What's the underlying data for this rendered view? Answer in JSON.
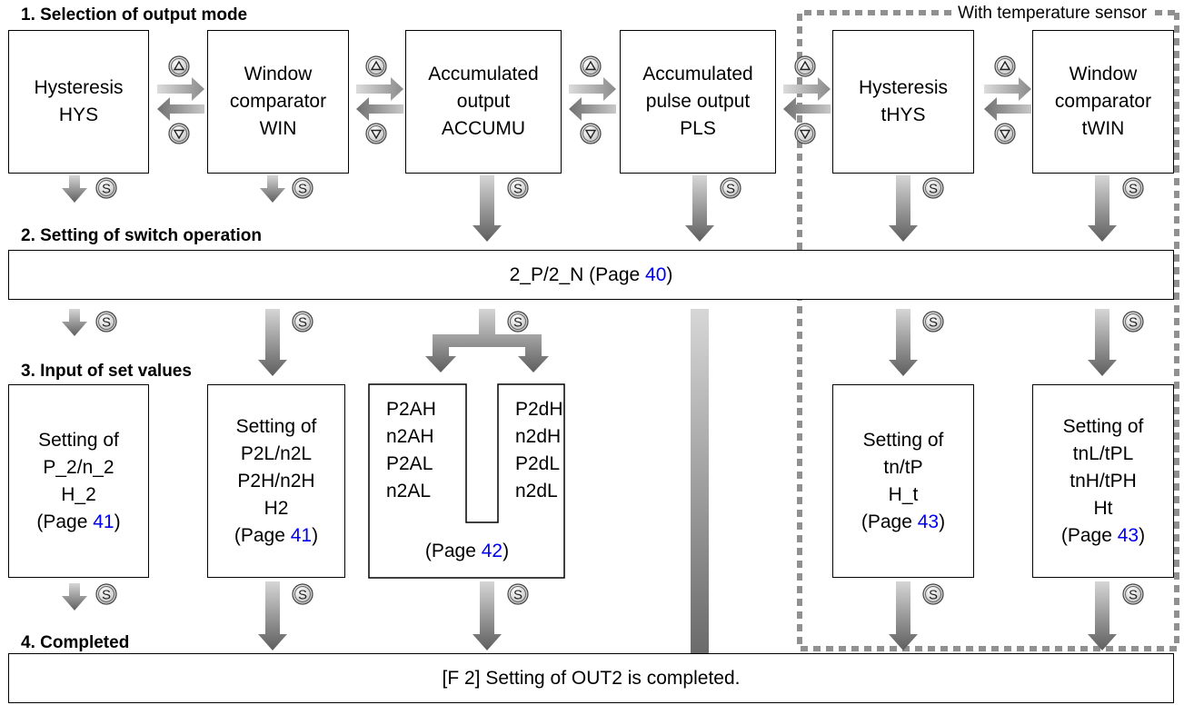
{
  "headings": {
    "h1": "1. Selection of output mode",
    "h2": "2. Setting of switch operation",
    "h3": "3. Input of set values",
    "h4": "4. Completed"
  },
  "temp_sensor_note": "With temperature sensor",
  "modes": [
    {
      "line1": "Hysteresis",
      "line2": "HYS"
    },
    {
      "line1": "Window",
      "line2": "comparator",
      "line3": "WIN"
    },
    {
      "line1": "Accumulated",
      "line2": "output",
      "line3": "ACCUMU"
    },
    {
      "line1": "Accumulated",
      "line2": "pulse output",
      "line3": "PLS"
    },
    {
      "line1": "Hysteresis",
      "line2": "tHYS"
    },
    {
      "line1": "Window",
      "line2": "comparator",
      "line3": "tWIN"
    }
  ],
  "switch_box": {
    "text": "2_P/2_N (Page ",
    "page": "40",
    "close": ")"
  },
  "set_values": {
    "hys": {
      "l1": "Setting of",
      "l2": "P_2/n_2",
      "l3": "H_2",
      "page_pre": "(Page ",
      "page": "41",
      "page_post": ")"
    },
    "win": {
      "l1": "Setting of",
      "l2": "P2L/n2L",
      "l3": "P2H/n2H",
      "l4": "H2",
      "page_pre": "(Page ",
      "page": "41",
      "page_post": ")"
    },
    "accum": {
      "left": [
        "P2AH",
        "n2AH",
        "P2AL",
        "n2AL"
      ],
      "right": [
        "P2dH",
        "n2dH",
        "P2dL",
        "n2dL"
      ],
      "page_pre": "(Page ",
      "page": "42",
      "page_post": ")"
    },
    "thys": {
      "l1": "Setting of",
      "l2": "tn/tP",
      "l3": "H_t",
      "page_pre": "(Page ",
      "page": "43",
      "page_post": ")"
    },
    "twin": {
      "l1": "Setting of",
      "l2": "tnL/tPL",
      "l3": "tnH/tPH",
      "l4": "Ht",
      "page_pre": "(Page ",
      "page": "43",
      "page_post": ")"
    }
  },
  "completed_box": "[F 2] Setting of OUT2 is completed.",
  "icons": {
    "up": "up-button-icon",
    "down": "down-button-icon",
    "set": "set-button-icon"
  },
  "colors": {
    "arrow_dark": "#6b6b6b",
    "arrow_light": "#d4d4d4",
    "dotted_border": "#909090",
    "link": "#0000ee"
  }
}
